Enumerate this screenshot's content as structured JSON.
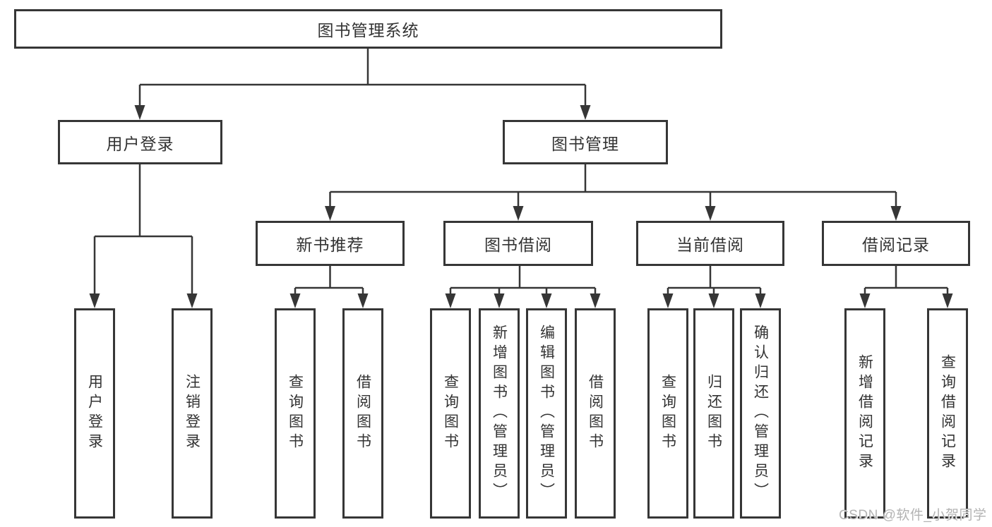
{
  "tree": {
    "label": "图书管理系统",
    "children": [
      {
        "label": "用户登录",
        "children": [
          {
            "label": "用户登录"
          },
          {
            "label": "注销登录"
          }
        ]
      },
      {
        "label": "图书管理",
        "children": [
          {
            "label": "新书推荐",
            "children": [
              {
                "label": "查询图书"
              },
              {
                "label": "借阅图书"
              }
            ]
          },
          {
            "label": "图书借阅",
            "children": [
              {
                "label": "查询图书"
              },
              {
                "label": "新增图书（管理员）"
              },
              {
                "label": "编辑图书（管理员）"
              },
              {
                "label": "借阅图书"
              }
            ]
          },
          {
            "label": "当前借阅",
            "children": [
              {
                "label": "查询图书"
              },
              {
                "label": "归还图书"
              },
              {
                "label": "确认归还（管理员）"
              }
            ]
          },
          {
            "label": "借阅记录",
            "children": [
              {
                "label": "新增借阅记录"
              },
              {
                "label": "查询借阅记录"
              }
            ]
          }
        ]
      }
    ]
  },
  "watermark": {
    "text": "CSDN @软件_小贺同学"
  },
  "colors": {
    "line": "#363636",
    "text": "#333333",
    "background": "#ffffff",
    "watermark": "#b3b3b3"
  }
}
